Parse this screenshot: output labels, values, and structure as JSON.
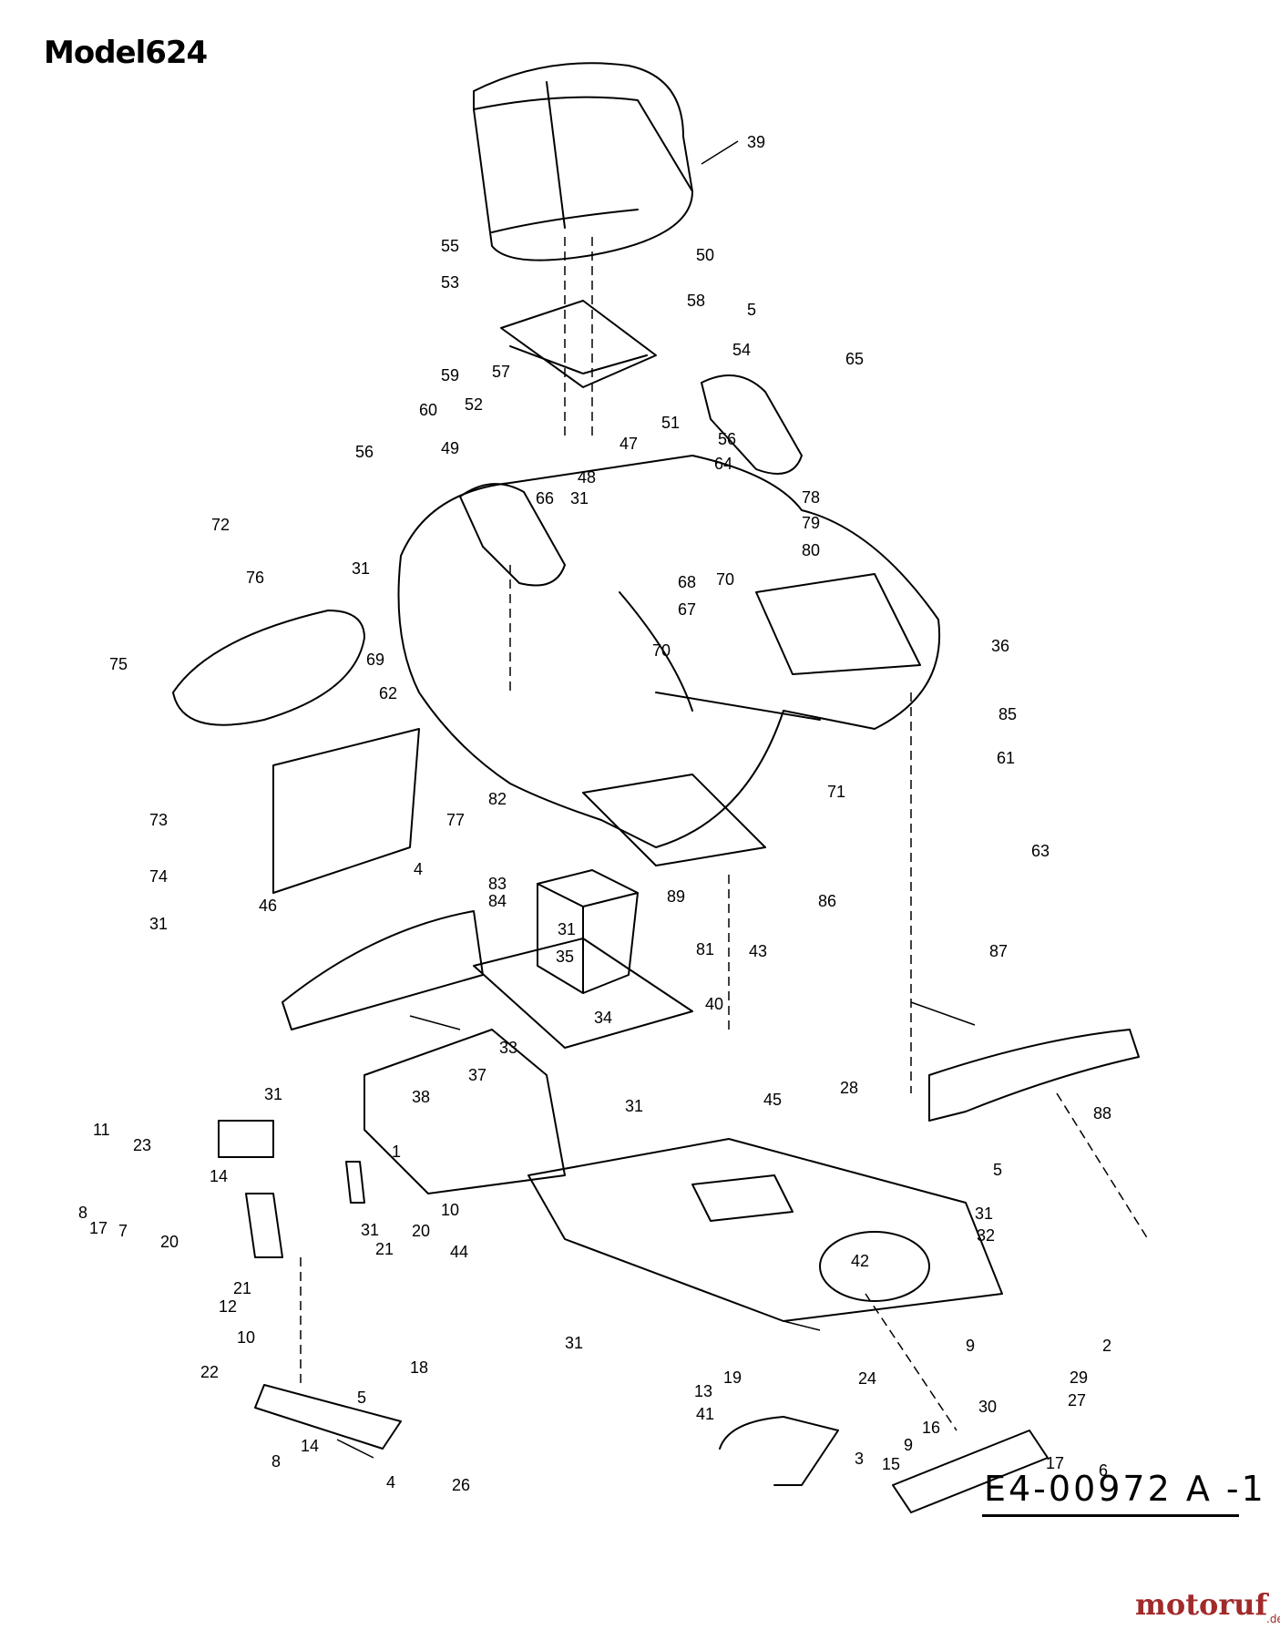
{
  "title": "Model624",
  "drawing_code": "E4-00972 A -1",
  "brand": {
    "name": "motoruf",
    "suffix": ".de"
  },
  "callouts": [
    "39",
    "55",
    "50",
    "53",
    "58",
    "5",
    "54",
    "65",
    "57",
    "59",
    "60",
    "52",
    "51",
    "47",
    "56",
    "49",
    "64",
    "56",
    "48",
    "31",
    "66",
    "78",
    "79",
    "80",
    "70",
    "68",
    "67",
    "31",
    "72",
    "76",
    "70",
    "36",
    "75",
    "69",
    "62",
    "85",
    "61",
    "71",
    "73",
    "77",
    "82",
    "74",
    "4",
    "63",
    "83",
    "84",
    "89",
    "86",
    "81",
    "31",
    "46",
    "31",
    "35",
    "43",
    "34",
    "40",
    "33",
    "37",
    "87",
    "38",
    "31",
    "45",
    "28",
    "11",
    "23",
    "31",
    "88",
    "1",
    "14",
    "10",
    "8",
    "17",
    "20",
    "21",
    "7",
    "20",
    "21",
    "44",
    "31",
    "5",
    "31",
    "32",
    "42",
    "12",
    "10",
    "22",
    "18",
    "9",
    "2",
    "31",
    "19",
    "29",
    "13",
    "41",
    "24",
    "30",
    "5",
    "27",
    "16",
    "9",
    "3",
    "15",
    "17",
    "6",
    "14",
    "8",
    "4",
    "26"
  ]
}
